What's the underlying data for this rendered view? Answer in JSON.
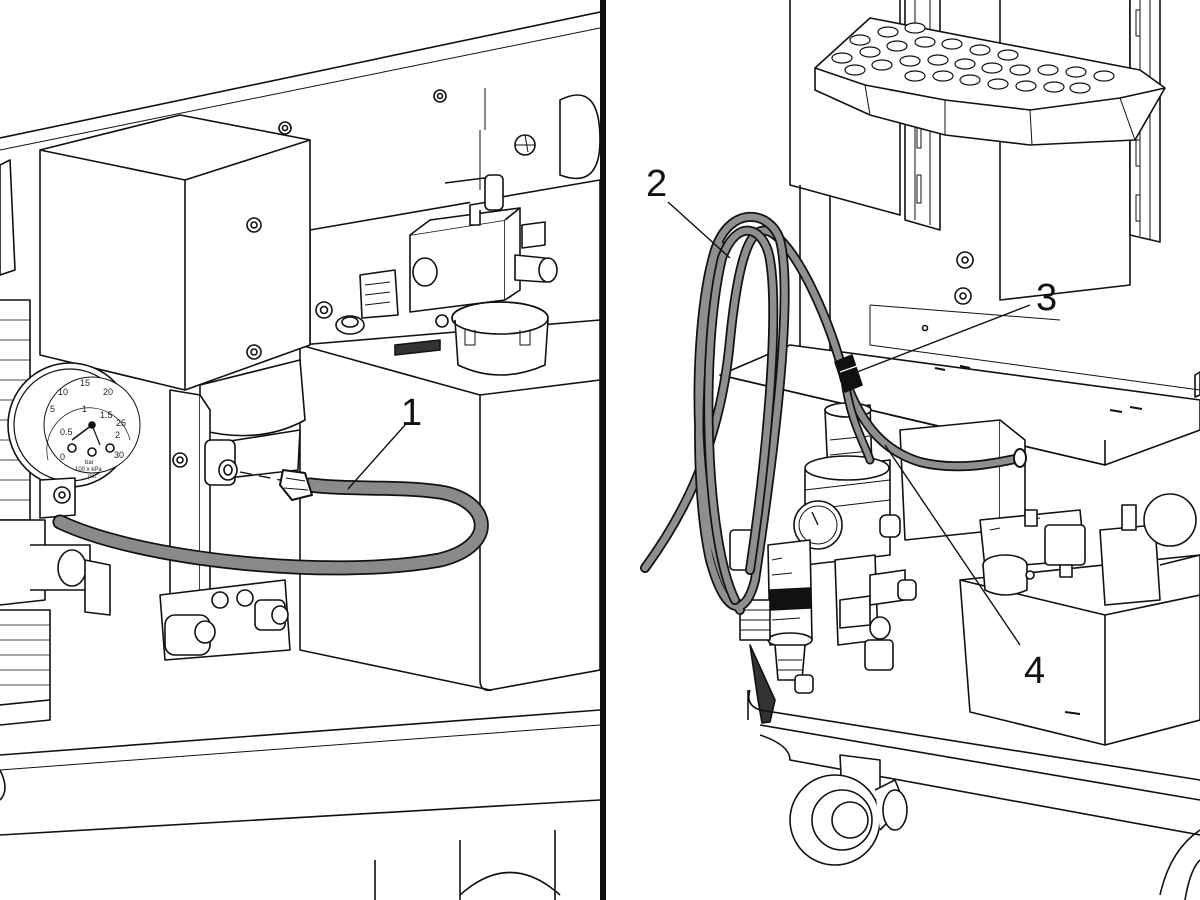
{
  "callouts": [
    {
      "number": "1"
    },
    {
      "number": "2"
    },
    {
      "number": "3"
    },
    {
      "number": "4"
    }
  ],
  "gauge": {
    "ticks": [
      "0",
      "0.5",
      "1",
      "1.5",
      "2",
      "5",
      "10",
      "15",
      "20",
      "25",
      "30"
    ],
    "unit_bar": "bar",
    "unit_kpa": "100 x kPa",
    "unit_psi": "psi"
  },
  "panels": [
    "left-detail",
    "right-overview"
  ]
}
